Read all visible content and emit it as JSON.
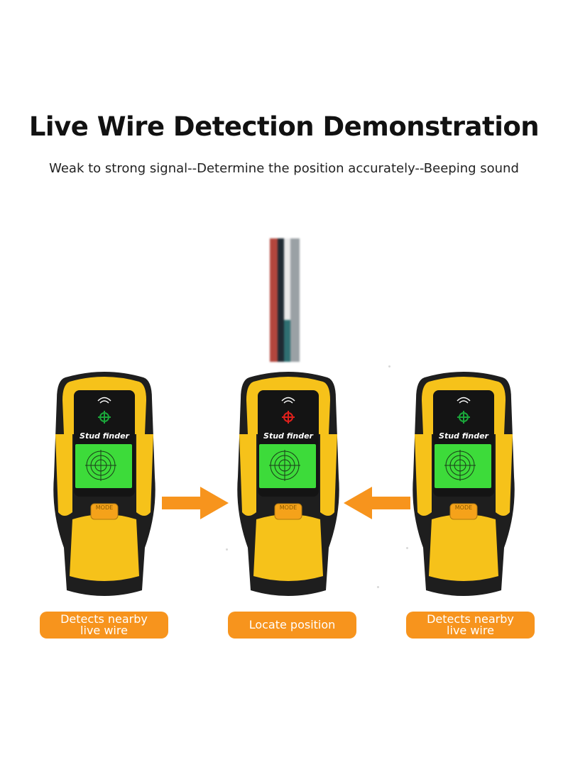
{
  "header": {
    "title": "Live Wire Detection Demonstration",
    "subtitle": "Weak to strong signal--Determine the position accurately--Beeping sound"
  },
  "devices": [
    {
      "brand_label": "Stud finder",
      "button_label": "MODE",
      "target_color": "#1aa63a",
      "caption": "Detects nearby live wire"
    },
    {
      "brand_label": "Stud finder",
      "button_label": "MODE",
      "target_color": "#e0201c",
      "caption": "Locate position"
    },
    {
      "brand_label": "Stud finder",
      "button_label": "MODE",
      "target_color": "#1aa63a",
      "caption": "Detects nearby live wire"
    }
  ],
  "arrows": [
    {
      "direction": "right",
      "color": "#f7941d"
    },
    {
      "direction": "left",
      "color": "#f7941d"
    }
  ],
  "wire": {
    "colors": [
      "#b2463d",
      "#1f2a33",
      "#e8e8e8",
      "#2f6f72"
    ]
  },
  "colors": {
    "device_yellow": "#f6c21a",
    "device_black": "#1e1e1e",
    "screen_green": "#3ddb3a",
    "label_orange": "#f7941d"
  }
}
